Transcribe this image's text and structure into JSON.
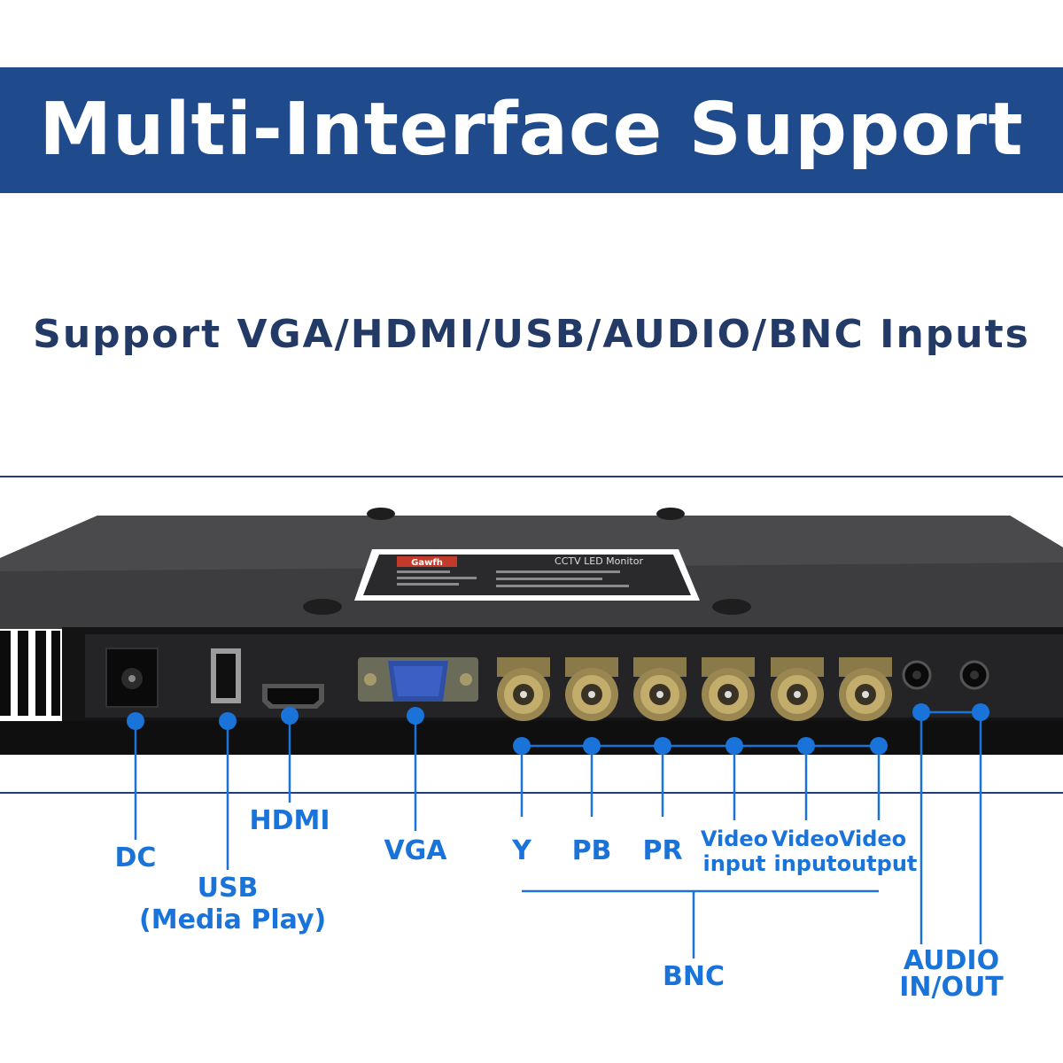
{
  "banner": {
    "title": "Multi-Interface Support",
    "color": "#1f4a8c"
  },
  "subtitle": "Support VGA/HDMI/USB/AUDIO/BNC Inputs",
  "product": {
    "logo": "Gawfh",
    "panel_title": "CCTV LED Monitor"
  },
  "ports": {
    "dc": "DC",
    "usb": "USB",
    "usb_note": "(Media Play)",
    "hdmi": "HDMI",
    "vga": "VGA",
    "y": "Y",
    "pb": "PB",
    "pr": "PR",
    "video_input_1_a": "Video",
    "video_input_1_b": "input",
    "video_input_2_a": "Video",
    "video_input_2_b": "input",
    "video_output_a": "Video",
    "video_output_b": "output",
    "bnc": "BNC",
    "audio_a": "AUDIO",
    "audio_b": "IN/OUT"
  },
  "colors": {
    "label": "#1a73d8",
    "leader": "#1a73d8",
    "subtitle": "#233a66",
    "rule": "#1f3e7a"
  }
}
